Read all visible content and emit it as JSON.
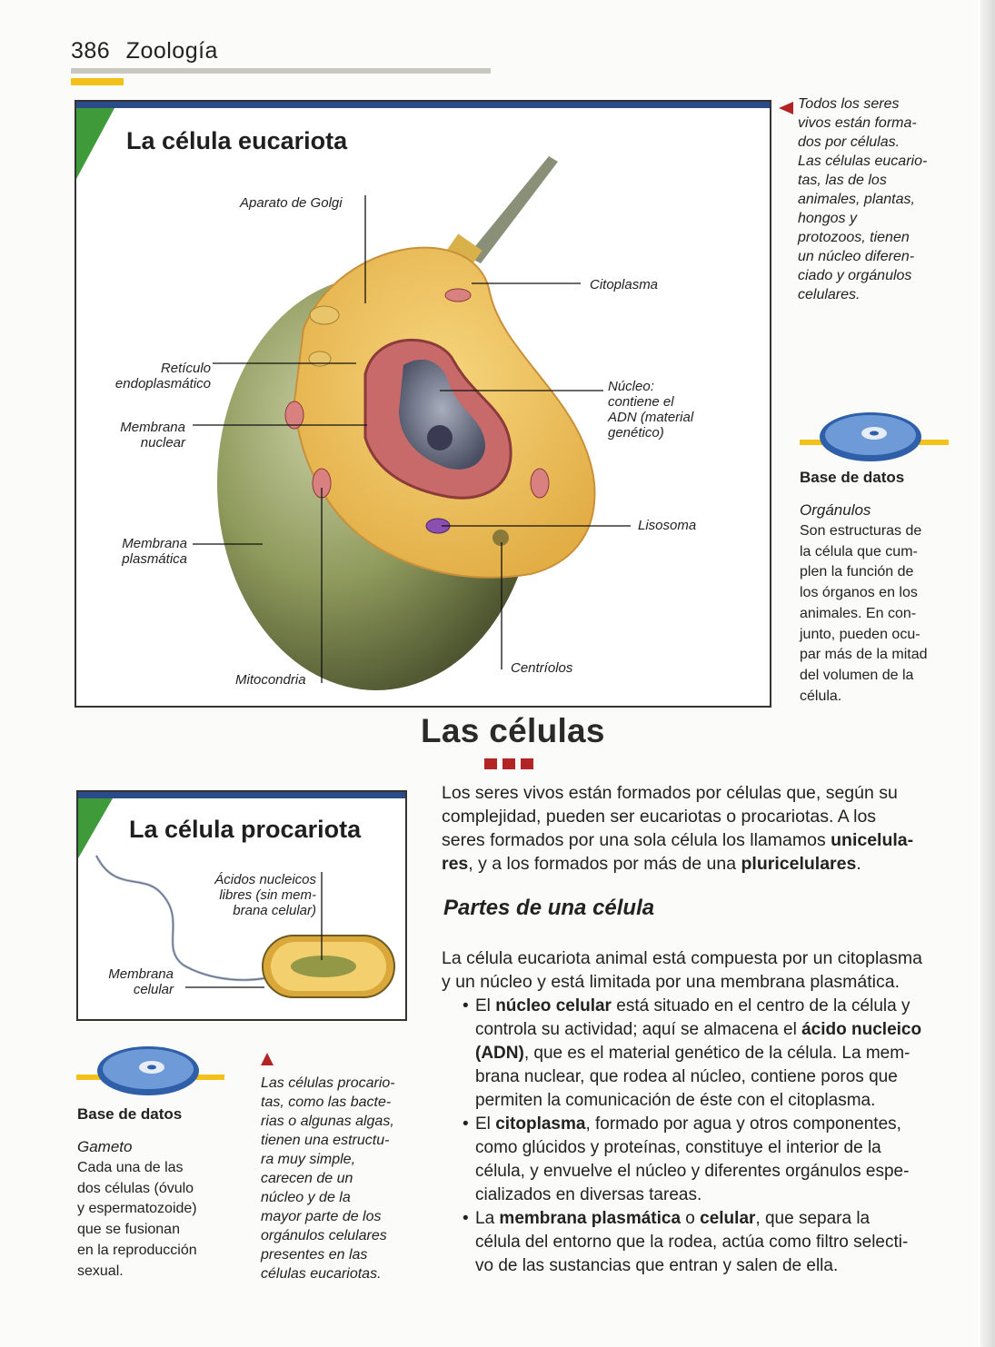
{
  "header": {
    "page_number": "386",
    "section": "Zoología"
  },
  "eukaryote": {
    "title": "La célula eucariota",
    "labels": {
      "golgi": "Aparato de Golgi",
      "cytoplasm": "Citoplasma",
      "er_1": "Retículo",
      "er_2": "endoplasmático",
      "nuclear_membrane_1": "Membrana",
      "nuclear_membrane_2": "nuclear",
      "nucleus_1": "Núcleo:",
      "nucleus_2": "contiene el",
      "nucleus_3": "ADN (material",
      "nucleus_4": "genético)",
      "plasma_membrane_1": "Membrana",
      "plasma_membrane_2": "plasmática",
      "lysosome": "Lisosoma",
      "mitochondria": "Mitocondria",
      "centrioles": "Centríolos"
    }
  },
  "sidebar_note": [
    "Todos los seres",
    "vivos están forma-",
    "dos por células.",
    "Las células eucario-",
    "tas, las de los",
    "animales, plantas,",
    "hongos y",
    "protozoos, tienen",
    "un núcleo diferen-",
    "ciado y orgánulos",
    "celulares."
  ],
  "database_1": {
    "title": "Base de datos",
    "term": "Orgánulos",
    "lines": [
      "Son estructuras de",
      "la célula que cum-",
      "plen la función de",
      "los órganos en los",
      "animales. En con-",
      "junto, pueden ocu-",
      "par más de la mitad",
      "del volumen de la",
      "célula."
    ]
  },
  "main_heading": "Las células",
  "intro": {
    "lines": [
      "Los seres vivos están formados por células que, según su",
      "complejidad, pueden ser eucariotas o procariotas. A los",
      "seres formados por una sola célula los llamamos ",
      "unicelula-",
      "res",
      ", y a los formados por más de una ",
      "pluricelulares",
      "."
    ]
  },
  "prokaryote": {
    "title": "La célula procariota",
    "labels": {
      "nucleic_1": "Ácidos nucleicos",
      "nucleic_2": "libres (sin mem-",
      "nucleic_3": "brana celular)",
      "membrane_1": "Membrana",
      "membrane_2": "celular"
    }
  },
  "database_2": {
    "title": "Base de datos",
    "term": "Gameto",
    "lines": [
      "Cada una de las",
      "dos células (óvulo",
      "y espermatozoide)",
      "que se fusionan",
      "en la reproducción",
      "sexual."
    ]
  },
  "prokaryote_note": [
    "Las células procario-",
    "tas, como las bacte-",
    "rias o algunas algas,",
    "tienen una estructu-",
    "ra muy simple,",
    "carecen de un",
    "núcleo y de la",
    "mayor parte de los",
    "orgánulos celulares",
    "presentes en las",
    "células eucariotas."
  ],
  "parts": {
    "heading": "Partes de una célula",
    "intro_1": "La célula eucariota animal está compuesta por un citoplasma",
    "intro_2": "y un núcleo y está limitada por una membrana plasmática.",
    "b1": {
      "a": "El ",
      "b": "núcleo celular",
      "c": " está situado en el centro de la célula y",
      "d": "controla su actividad; aquí se almacena el ",
      "e": "ácido nucleico",
      "f": "(ADN)",
      "g": ", que es el material genético de la célula. La mem-",
      "h": "brana nuclear, que rodea al núcleo, contiene poros que",
      "i": "permiten la comunicación de éste con el citoplasma."
    },
    "b2": {
      "a": "El ",
      "b": "citoplasma",
      "c": ", formado por agua y otros componentes,",
      "d": "como glúcidos y proteínas, constituye el interior de la",
      "e": "célula, y envuelve el núcleo y diferentes orgánulos espe-",
      "f": "cializados en diversas tareas."
    },
    "b3": {
      "a": "La ",
      "b": "membrana plasmática",
      "c": " o ",
      "d": "celular",
      "e": ", que separa la",
      "f": "célula del entorno que la rodea, actúa como filtro selecti-",
      "g": "vo de las sustancias que entran y salen de ella."
    }
  },
  "colors": {
    "accent_blue": "#2a4a8a",
    "accent_green": "#3f9a3a",
    "accent_yellow": "#f2c21b",
    "accent_red": "#b32424"
  }
}
